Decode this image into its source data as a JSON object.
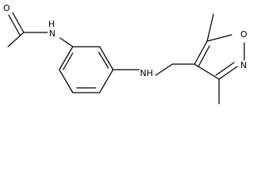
{
  "molecule": {
    "atoms": {
      "carbonyl_oxygen": "O",
      "amide_nitrogen": "N",
      "amide_hydrogen": "H",
      "amine_label": "NH",
      "ring_oxygen": "O",
      "ring_nitrogen": "N"
    }
  }
}
